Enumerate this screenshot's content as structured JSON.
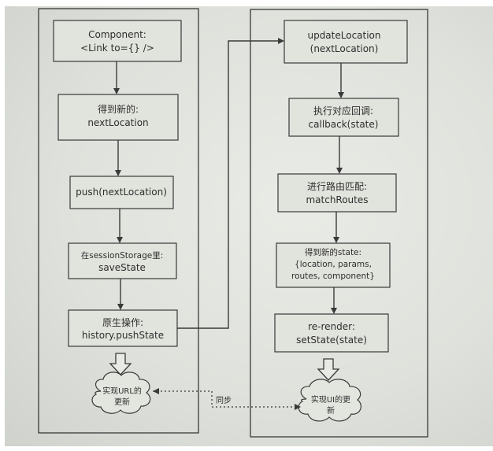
{
  "left_flow": {
    "component": {
      "line1": "Component:",
      "line2": "<Link to={} />"
    },
    "get_next": {
      "line1": "得到新的:",
      "line2": "nextLocation"
    },
    "push": {
      "line1": "push(nextLocation)"
    },
    "save_state": {
      "line1": "在sessionStorage里:",
      "line2": "saveState"
    },
    "native_op": {
      "line1": "原生操作:",
      "line2": "history.pushState"
    },
    "url_update": {
      "line1": "实现URL的",
      "line2": "更新"
    }
  },
  "right_flow": {
    "update_location": {
      "line1": "updateLocation",
      "line2": "(nextLocation)"
    },
    "callback": {
      "line1": "执行对应回调:",
      "line2": "callback(state)"
    },
    "match": {
      "line1": "进行路由匹配:",
      "line2": "matchRoutes"
    },
    "get_state": {
      "line1": "得到新的state:",
      "line2": "{location, params,",
      "line3": "routes, component}"
    },
    "rerender": {
      "line1": "re-render:",
      "line2": "setState(state)"
    },
    "ui_update": {
      "line1": "实现UI的更",
      "line2": "新"
    }
  },
  "sync_label": "同步",
  "colors": {
    "box_fill": "#e1e3dd",
    "box_stroke": "#3a3a3a",
    "arrow": "#3a3a3a",
    "panel_stroke": "#3a3a3a"
  }
}
